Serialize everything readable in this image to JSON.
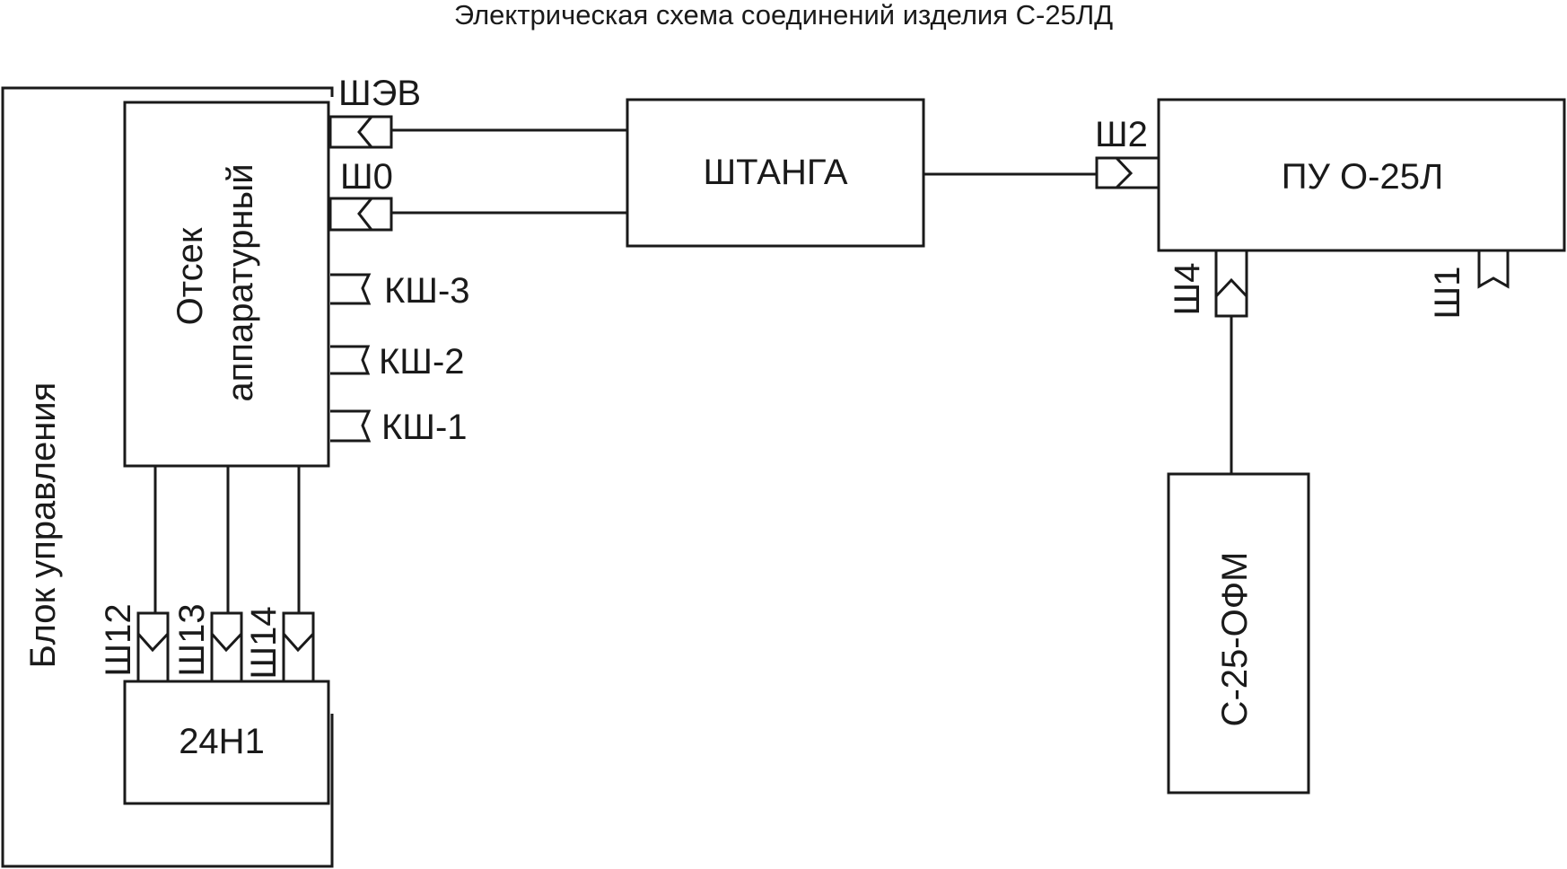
{
  "title": "Электрическая схема соединений изделия С-25ЛД",
  "blocks": {
    "control_unit": "Блок управления",
    "compartment_line1": "Отсек",
    "compartment_line2": "аппаратурный",
    "shtanga": "ШТАНГА",
    "pu": "ПУ О-25Л",
    "ofm": "С-25-ОФМ",
    "n24": "24Н1"
  },
  "connectors": {
    "shev": "ШЭВ",
    "sh0": "Ш0",
    "ksh3": "КШ-3",
    "ksh2": "КШ-2",
    "ksh1": "КШ-1",
    "sh2": "Ш2",
    "sh4": "Ш4",
    "sh1": "Ш1",
    "sh12": "Ш12",
    "sh13": "Ш13",
    "sh14": "Ш14"
  }
}
